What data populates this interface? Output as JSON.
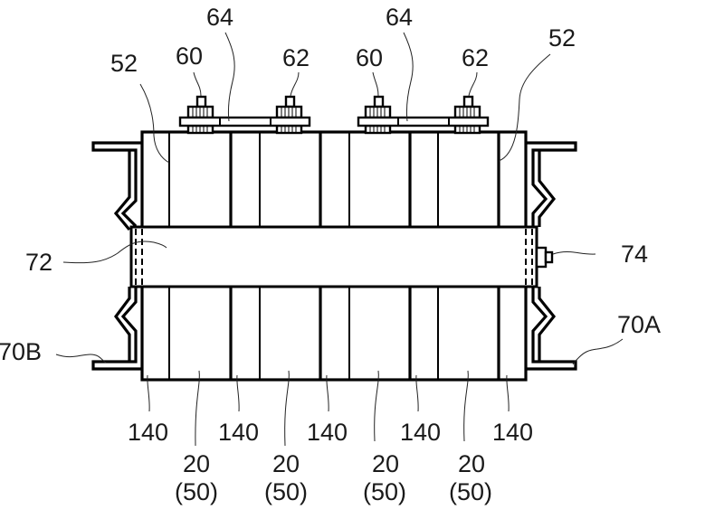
{
  "figure": {
    "title": "Battery module with terminals, bus bars, binding band and side brackets",
    "labels": {
      "cover_left": "52",
      "cover_right": "52",
      "terminal_pos_1": "60",
      "terminal_neg_1": "62",
      "terminal_pos_2": "60",
      "terminal_neg_2": "62",
      "bus_bar_1": "64",
      "bus_bar_2": "64",
      "band": "72",
      "bolt": "74",
      "bracket_a": "70A",
      "bracket_b": "70B",
      "spacers": [
        "140",
        "140",
        "140",
        "140",
        "140"
      ],
      "cells": [
        {
          "ref": "20",
          "alt": "(50)"
        },
        {
          "ref": "20",
          "alt": "(50)"
        },
        {
          "ref": "20",
          "alt": "(50)"
        },
        {
          "ref": "20",
          "alt": "(50)"
        }
      ]
    },
    "colors": {
      "line": "#000000",
      "background": "#ffffff"
    }
  }
}
